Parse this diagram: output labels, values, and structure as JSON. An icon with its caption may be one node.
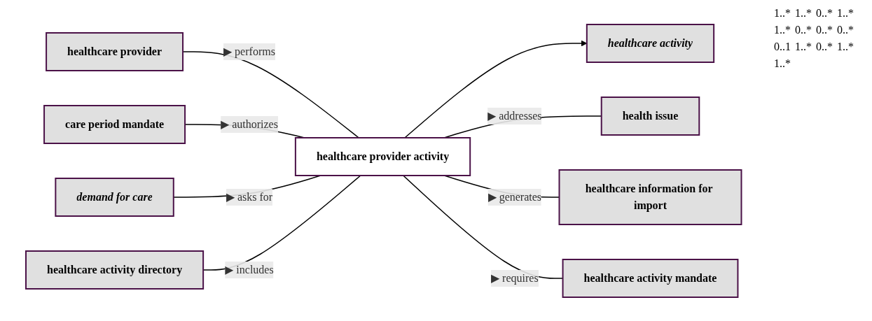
{
  "diagram": {
    "nodes": [
      {
        "text": [
          "healthcare activity"
        ]
      },
      {
        "text": [
          "healthcare provider"
        ]
      },
      {
        "text": [
          "care period mandate"
        ]
      },
      {
        "text": [
          "demand for care"
        ]
      },
      {
        "text": [
          "healthcare activity directory"
        ]
      },
      {
        "text": [
          "healthcare provider activity"
        ]
      },
      {
        "text": [
          "health issue"
        ]
      },
      {
        "text": [
          "healthcare information for import"
        ]
      },
      {
        "text": [
          "healthcare activity mandate"
        ]
      }
    ],
    "edges": [
      {
        "from": 5,
        "to": 0,
        "arrow": "to"
      },
      {
        "from": 1,
        "to": 5,
        "arrow": "none",
        "label": "▶ performs"
      },
      {
        "from": 5,
        "to": 6,
        "arrow": "none",
        "label": "▶ addresses"
      },
      {
        "from": 2,
        "to": 5,
        "arrow": "none",
        "label": "▶ authorizes"
      },
      {
        "from": 5,
        "to": 7,
        "arrow": "none",
        "label": "▶ generates"
      },
      {
        "from": 3,
        "to": 5,
        "arrow": "none",
        "label": "▶ asks for"
      },
      {
        "from": 5,
        "to": 8,
        "arrow": "none",
        "label": "▶ requires"
      },
      {
        "from": 4,
        "to": 5,
        "arrow": "none",
        "label": "▶ includes"
      }
    ],
    "labels": [
      "1..*",
      "1..*",
      "0..*",
      "1..*",
      "1..*",
      "0..*",
      "0..*",
      "0..*",
      "0..1",
      "1..*",
      "0..*",
      "1..*",
      "1..*"
    ]
  }
}
